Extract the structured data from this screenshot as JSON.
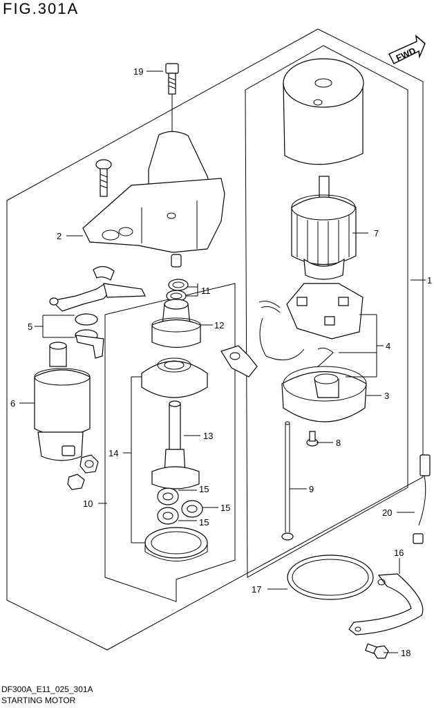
{
  "figure": {
    "title": "FIG.301A",
    "fwd_label": "FWD"
  },
  "footer": {
    "code": "DF300A_E11_025_301A",
    "caption": "STARTING MOTOR"
  },
  "callouts": {
    "c1": "1",
    "c2": "2",
    "c3": "3",
    "c4": "4",
    "c5": "5",
    "c6": "6",
    "c7": "7",
    "c8": "8",
    "c9": "9",
    "c10": "10",
    "c11": "11",
    "c12": "12",
    "c13": "13",
    "c14": "14",
    "c15a": "15",
    "c15b": "15",
    "c15c": "15",
    "c16": "16",
    "c17": "17",
    "c18": "18",
    "c19": "19",
    "c20": "20"
  }
}
